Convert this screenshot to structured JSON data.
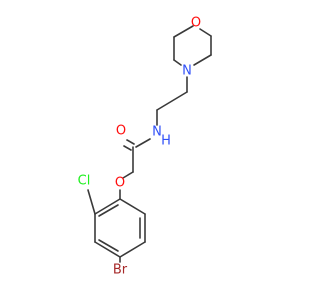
{
  "molecule": {
    "colors": {
      "bond": "#3a3a3a",
      "O": "#ff0d0d",
      "N": "#3050f8",
      "Cl": "#1ff01f",
      "Br": "#a62929"
    },
    "atoms": {
      "morpholine_o": "O",
      "morpholine_n": "N",
      "amide_n": "N",
      "h": "H",
      "carbonyl_o": "O",
      "ether_o": "O",
      "cl": "Cl",
      "br": "Br"
    }
  }
}
